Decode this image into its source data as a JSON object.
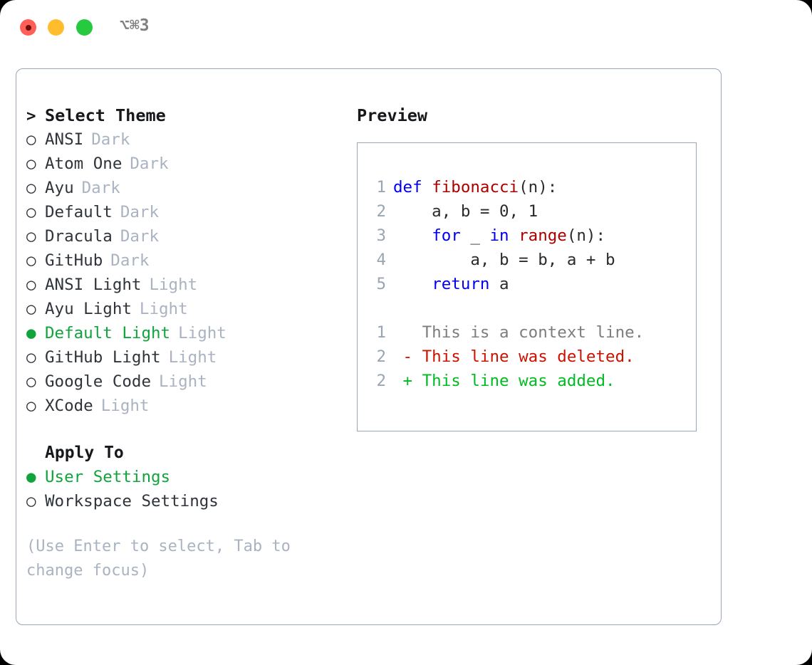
{
  "window": {
    "traffic_lights": [
      "close",
      "minimize",
      "maximize"
    ],
    "shortcut": "⌥⌘3"
  },
  "theme_panel": {
    "heading": "Select Theme",
    "heading_marker": ">",
    "marker_selected": "●",
    "marker_unselected": "○",
    "items": [
      {
        "name": "ANSI",
        "tag": "Dark",
        "selected": false
      },
      {
        "name": "Atom One",
        "tag": "Dark",
        "selected": false
      },
      {
        "name": "Ayu",
        "tag": "Dark",
        "selected": false
      },
      {
        "name": "Default",
        "tag": "Dark",
        "selected": false
      },
      {
        "name": "Dracula",
        "tag": "Dark",
        "selected": false
      },
      {
        "name": "GitHub",
        "tag": "Dark",
        "selected": false
      },
      {
        "name": "ANSI Light",
        "tag": "Light",
        "selected": false
      },
      {
        "name": "Ayu Light",
        "tag": "Light",
        "selected": false
      },
      {
        "name": "Default Light",
        "tag": "Light",
        "selected": true
      },
      {
        "name": "GitHub Light",
        "tag": "Light",
        "selected": false
      },
      {
        "name": "Google Code",
        "tag": "Light",
        "selected": false
      },
      {
        "name": "XCode",
        "tag": "Light",
        "selected": false
      }
    ]
  },
  "apply_to": {
    "heading": "Apply To",
    "options": [
      {
        "name": "User Settings",
        "selected": true
      },
      {
        "name": "Workspace Settings",
        "selected": false
      }
    ]
  },
  "help": {
    "text": "(Use Enter to select, Tab to change focus)"
  },
  "preview": {
    "title": "Preview",
    "code_lines": [
      {
        "num": "1",
        "tokens": [
          {
            "t": "def ",
            "c": "kw"
          },
          {
            "t": "fibonacci",
            "c": "fn"
          },
          {
            "t": "(n):",
            "c": "pl"
          }
        ]
      },
      {
        "num": "2",
        "tokens": [
          {
            "t": "    a, b = 0, 1",
            "c": "pl"
          }
        ]
      },
      {
        "num": "3",
        "tokens": [
          {
            "t": "    ",
            "c": "pl"
          },
          {
            "t": "for",
            "c": "kw"
          },
          {
            "t": " _ ",
            "c": "pl"
          },
          {
            "t": "in",
            "c": "kw"
          },
          {
            "t": " ",
            "c": "pl"
          },
          {
            "t": "range",
            "c": "fn"
          },
          {
            "t": "(n):",
            "c": "pl"
          }
        ]
      },
      {
        "num": "4",
        "tokens": [
          {
            "t": "        a, b = b, a + b",
            "c": "pl"
          }
        ]
      },
      {
        "num": "5",
        "tokens": [
          {
            "t": "    ",
            "c": "pl"
          },
          {
            "t": "return",
            "c": "kw"
          },
          {
            "t": " a",
            "c": "pl"
          }
        ]
      }
    ],
    "diff_lines": [
      {
        "num": "1",
        "sign": " ",
        "text": " This is a context line.",
        "kind": "ctx"
      },
      {
        "num": "2",
        "sign": "-",
        "text": " This line was deleted.",
        "kind": "del"
      },
      {
        "num": "2",
        "sign": "+",
        "text": " This line was added.",
        "kind": "add"
      }
    ]
  },
  "colors": {
    "accent_green": "#11a33c",
    "keyword_blue": "#0000ee",
    "function_red": "#aa0000",
    "diff_delete": "#cc1100",
    "diff_add": "#00bb22",
    "muted": "#a9b3c1",
    "border": "#9aa6b5",
    "text": "#2f343a",
    "traffic_close": "#ff5f56",
    "traffic_min": "#ffbd2e",
    "traffic_max": "#27c93f"
  }
}
